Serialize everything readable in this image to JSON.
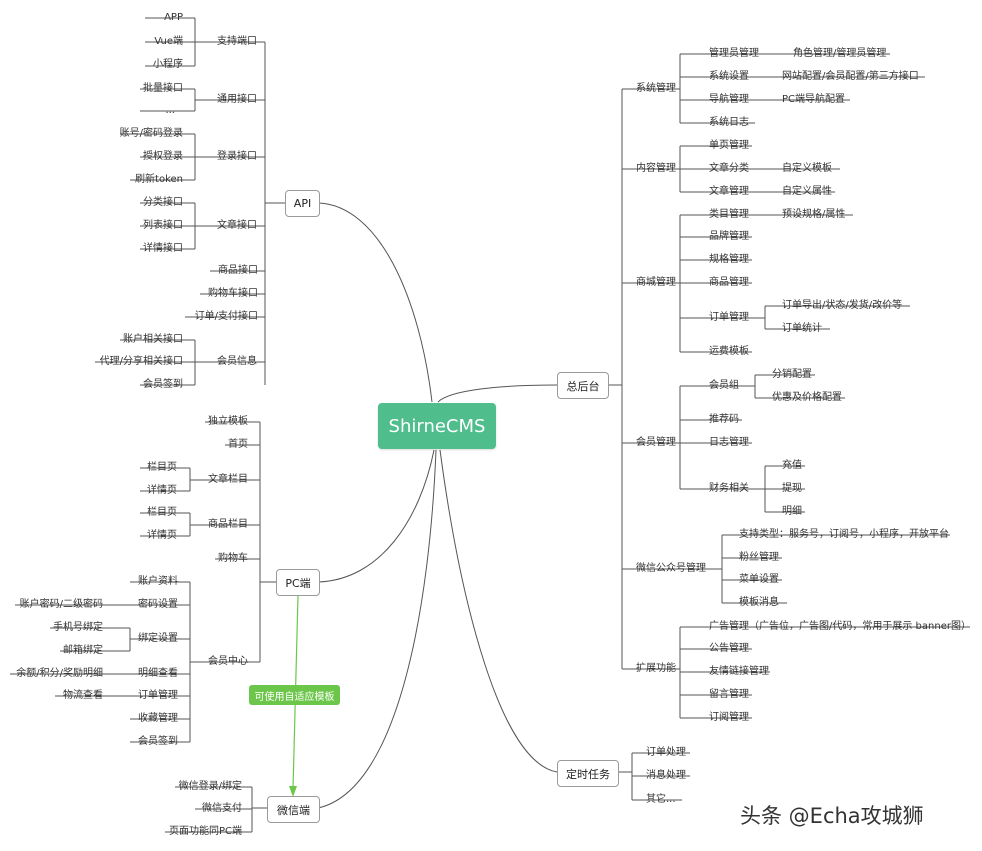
{
  "center": "ShirneCMS",
  "note": "可使用自适应模板",
  "watermark": "头条 @Echa攻城狮",
  "colors": {
    "center": "#4fbe8c",
    "note": "#6cc64a",
    "line": "#555555"
  },
  "api": {
    "label": "API",
    "ports": {
      "label": "支持端口",
      "items": [
        "APP",
        "Vue端",
        "小程序"
      ]
    },
    "common": {
      "label": "通用接口",
      "items": [
        "批量接口",
        "..."
      ]
    },
    "login": {
      "label": "登录接口",
      "items": [
        "账号/密码登录",
        "授权登录",
        "刷新token"
      ]
    },
    "article": {
      "label": "文章接口",
      "items": [
        "分类接口",
        "列表接口",
        "详情接口"
      ]
    },
    "product": "商品接口",
    "cart": "购物车接口",
    "order": "订单/支付接口",
    "member": {
      "label": "会员信息",
      "items": [
        "账户相关接口",
        "代理/分享相关接口",
        "会员签到"
      ]
    }
  },
  "pc": {
    "label": "PC端",
    "template": "独立模板",
    "home": "首页",
    "article": {
      "label": "文章栏目",
      "items": [
        "栏目页",
        "详情页"
      ]
    },
    "product": {
      "label": "商品栏目",
      "items": [
        "栏目页",
        "详情页"
      ]
    },
    "cart": "购物车",
    "member": {
      "label": "会员中心",
      "account": "账户资料",
      "password": {
        "label": "密码设置",
        "items": [
          "账户密码/二级密码"
        ]
      },
      "binding": {
        "label": "绑定设置",
        "items": [
          "手机号绑定",
          "邮箱绑定"
        ]
      },
      "details": {
        "label": "明细查看",
        "items": [
          "余额/积分/奖励明细"
        ]
      },
      "orders": {
        "label": "订单管理",
        "items": [
          "物流查看"
        ]
      },
      "favorites": "收藏管理",
      "signin": "会员签到"
    }
  },
  "wechat": {
    "label": "微信端",
    "items": [
      "微信登录/绑定",
      "微信支付",
      "页面功能同PC端"
    ]
  },
  "admin": {
    "label": "总后台",
    "system": {
      "label": "系统管理",
      "admins": {
        "label": "管理员管理",
        "items": [
          "角色管理/管理员管理"
        ]
      },
      "settings": {
        "label": "系统设置",
        "items": [
          "网站配置/会员配置/第三方接口"
        ]
      },
      "nav": {
        "label": "导航管理",
        "items": [
          "PC端导航配置"
        ]
      },
      "log": "系统日志"
    },
    "content": {
      "label": "内容管理",
      "page": "单页管理",
      "category": {
        "label": "文章分类",
        "items": [
          "自定义模板"
        ]
      },
      "articles": {
        "label": "文章管理",
        "items": [
          "自定义属性"
        ]
      }
    },
    "mall": {
      "label": "商城管理",
      "category": {
        "label": "类目管理",
        "items": [
          "预设规格/属性"
        ]
      },
      "brand": "品牌管理",
      "spec": "规格管理",
      "goods": "商品管理",
      "orders": {
        "label": "订单管理",
        "items": [
          "订单导出/状态/发货/改价等",
          "订单统计"
        ]
      },
      "freight": "运费模板"
    },
    "member": {
      "label": "会员管理",
      "group": {
        "label": "会员组",
        "items": [
          "分销配置",
          "优惠及价格配置"
        ]
      },
      "referral": "推荐码",
      "log": "日志管理",
      "finance": {
        "label": "财务相关",
        "items": [
          "充值",
          "提现",
          "明细"
        ]
      }
    },
    "wechat": {
      "label": "微信公众号管理",
      "items": [
        "支持类型：服务号，订阅号，小程序，开放平台",
        "粉丝管理",
        "菜单设置",
        "模板消息"
      ]
    },
    "extend": {
      "label": "扩展功能",
      "items": [
        "广告管理（广告位，广告图/代码，常用于展示 banner图）",
        "公告管理",
        "友情链接管理",
        "留言管理",
        "订阅管理"
      ]
    }
  },
  "cron": {
    "label": "定时任务",
    "items": [
      "订单处理",
      "消息处理",
      "其它..."
    ]
  }
}
